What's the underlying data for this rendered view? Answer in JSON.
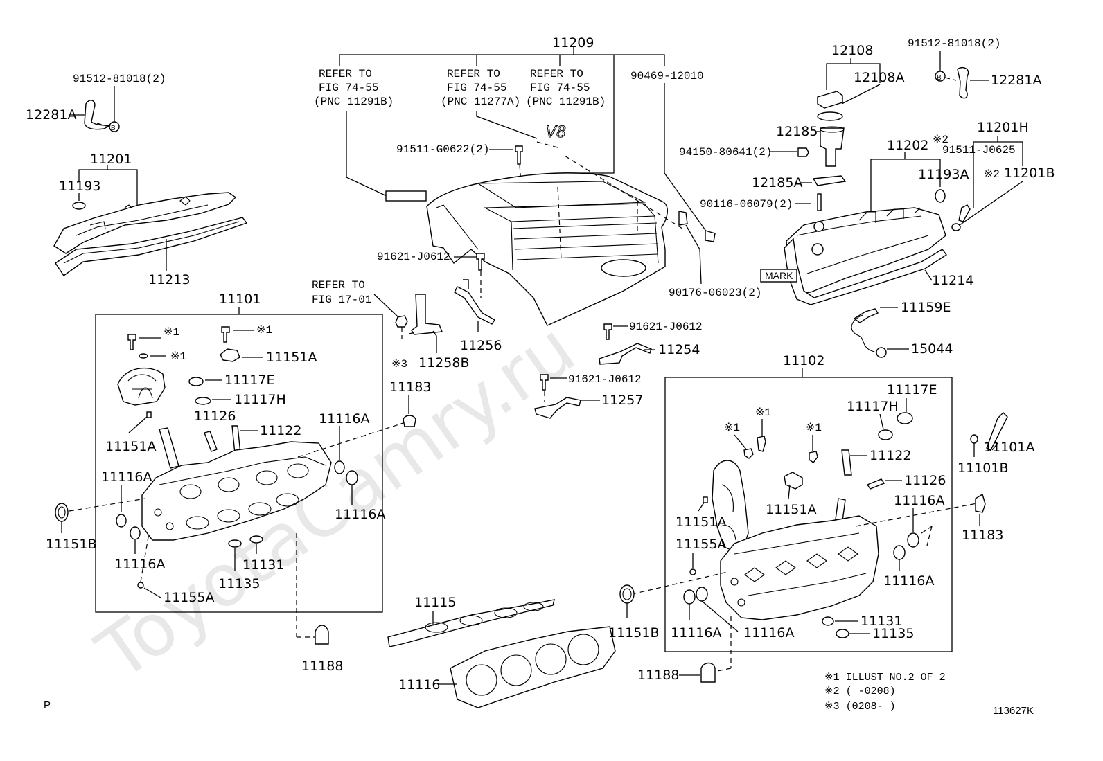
{
  "watermark": "ToyotaCamry.ru",
  "figure_code": "113627K",
  "corner_mark": "P",
  "colors": {
    "line": "#000000",
    "background": "#ffffff",
    "watermark": "#e8e8e8"
  },
  "labels": {
    "l11209": "11209",
    "l12108": "12108",
    "l12108A": "12108A",
    "l91512_l": "91512-81018(2)",
    "l91512_r": "91512-81018(2)",
    "l12281A_l": "12281A",
    "l12281A_r": "12281A",
    "b_l": "B",
    "b_r": "B",
    "l90469": "90469-12010",
    "l11201": "11201",
    "l11193": "11193",
    "l11213": "11213",
    "l91511_g": "91511-G0622(2)",
    "v8": "V8",
    "l12185": "12185",
    "l94150": "94150-80641(2)",
    "l12185A": "12185A",
    "l90116": "90116-06079(2)",
    "l11202": "11202",
    "l11193A": "11193A",
    "l11201H": "11201H",
    "l91511_j": "91511-J0625",
    "l11201B": "11201B",
    "x2_a": "※2",
    "x2_b": "※2",
    "l91621_a": "91621-J0612",
    "l91621_b": "91621-J0612",
    "l91621_c": "91621-J0612",
    "l90176": "90176-06023(2)",
    "mark": "MARK",
    "l11214": "11214",
    "l11101": "11101",
    "l11256": "11256",
    "l11258B": "11258B",
    "x3": "※3",
    "l11254": "11254",
    "l11159E": "11159E",
    "l15044": "15044",
    "l11151A_a": "11151A",
    "l11117E_l": "11117E",
    "l11117H_l": "11117H",
    "l11126_l": "11126",
    "l11122_l": "11122",
    "l11151A_b": "11151A",
    "l11116A_1": "11116A",
    "l11116A_2": "11116A",
    "l11116A_3": "11116A",
    "l11116A_4": "11116A",
    "l11151B_l": "11151B",
    "l11135_l": "11135",
    "l11131_l": "11131",
    "l11155A_l": "11155A",
    "l11183_l": "11183",
    "l11188_l": "11188",
    "l11257": "11257",
    "l11102": "11102",
    "l11117E_r": "11117E",
    "l11117H_r": "11117H",
    "l11122_r": "11122",
    "l11126_r": "11126",
    "l11151A_c": "11151A",
    "l11151A_d": "11151A",
    "l11155A_r": "11155A",
    "l11116A_5": "11116A",
    "l11116A_6": "11116A",
    "l11116A_7": "11116A",
    "l11151B_r": "11151B",
    "l11131_r": "11131",
    "l11135_r": "11135",
    "l11188_r": "11188",
    "l11183_r": "11183",
    "l11101A": "11101A",
    "l11101B": "11101B",
    "l11115": "11115",
    "l11116": "11116",
    "x1_a": "※1",
    "x1_b": "※1",
    "x1_c": "※1",
    "x1_d": "※1",
    "x1_e": "※1",
    "x1_f": "※1"
  },
  "refs": [
    {
      "name": "ref-fig-74-55-11291b-left",
      "lines": [
        "REFER TO",
        "FIG 74-55",
        "(PNC 11291B)"
      ]
    },
    {
      "name": "ref-fig-74-55-11277a",
      "lines": [
        "REFER TO",
        "FIG 74-55",
        "(PNC 11277A)"
      ]
    },
    {
      "name": "ref-fig-74-55-11291b-right",
      "lines": [
        "REFER TO",
        "FIG 74-55",
        "(PNC 11291B)"
      ]
    },
    {
      "name": "ref-fig-17-01",
      "lines": [
        "REFER TO",
        "FIG 17-01"
      ]
    }
  ],
  "notes": [
    "※1 ILLUST NO.2 OF 2",
    "※2 (      -0208)",
    "※3 (0208-      )"
  ]
}
